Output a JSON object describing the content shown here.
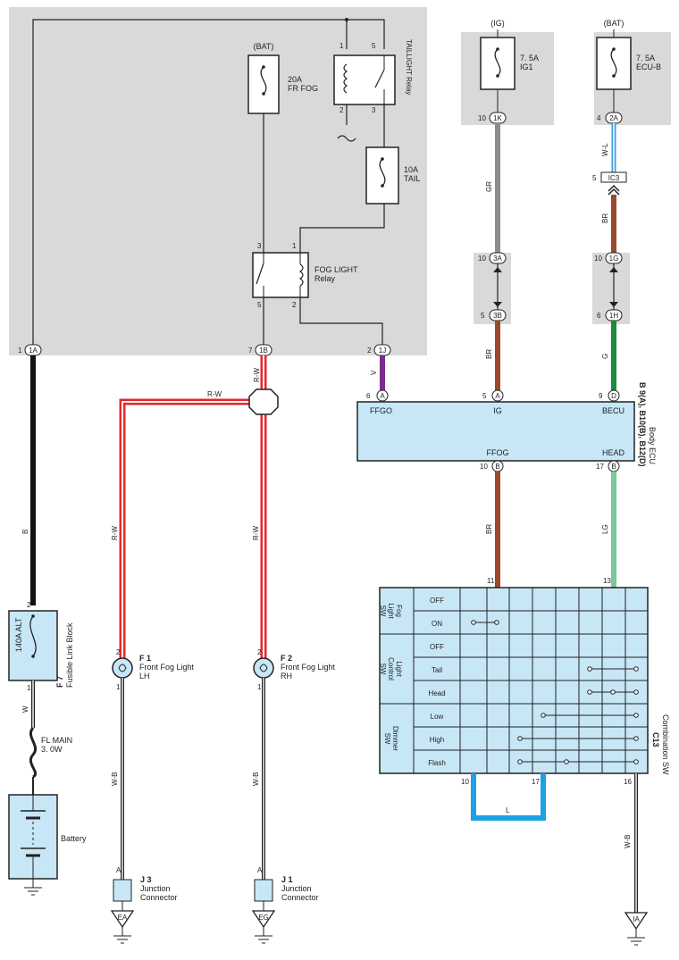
{
  "relay_box": {
    "fuse_fr_fog": {
      "source": "(BAT)",
      "rating": "20A",
      "name": "FR FOG"
    },
    "taillight_relay": {
      "label": "TAILLIGHT Relay",
      "pins": [
        "1",
        "5",
        "2",
        "3"
      ]
    },
    "fuse_tail": {
      "rating": "10A",
      "name": "TAIL"
    },
    "fog_relay": {
      "label1": "FOG LIGHT",
      "label2": "Relay",
      "pins": [
        "3",
        "1",
        "5",
        "2"
      ]
    },
    "bottom_connectors": [
      {
        "pin": "1",
        "id": "1A"
      },
      {
        "pin": "7",
        "id": "1B"
      },
      {
        "pin": "2",
        "id": "1J"
      }
    ]
  },
  "fuse_ig1": {
    "source": "(IG)",
    "rating": "7. 5A",
    "name": "IG1",
    "pin": "10",
    "conn": "1K"
  },
  "fuse_ecub": {
    "source": "(BAT)",
    "rating": "7. 5A",
    "name": "ECU-B",
    "pin": "4",
    "conn": "2A"
  },
  "junction_ic3": {
    "pin": "5",
    "id": "IC3"
  },
  "connectors_mid": [
    {
      "pin": "10",
      "id": "3A"
    },
    {
      "pin": "5",
      "id": "3B"
    },
    {
      "pin": "10",
      "id": "1G"
    },
    {
      "pin": "6",
      "id": "1H"
    }
  ],
  "wires": {
    "b": "B",
    "w": "W",
    "rw": "R-W",
    "rw_h": "R-W",
    "rw_top": "R-W",
    "v": "V",
    "gr": "GR",
    "br_ig": "BR",
    "wl": "W-L",
    "br_ecu": "BR",
    "g": "G",
    "br_ffog": "BR",
    "lg": "LG",
    "l": "L",
    "wb1": "W-B",
    "wb2": "W-B",
    "wb3": "W-B"
  },
  "ecu": {
    "pins_top": [
      {
        "pin": "6",
        "conn": "A",
        "label": "FFGO"
      },
      {
        "pin": "5",
        "conn": "A",
        "label": "IG"
      },
      {
        "pin": "9",
        "conn": "D",
        "label": "BECU"
      }
    ],
    "pins_bottom": [
      {
        "pin": "10",
        "conn": "B",
        "label": "FFOG"
      },
      {
        "pin": "17",
        "conn": "B",
        "label": "HEAD"
      }
    ],
    "code": "B 9(A), B10(B), B12(D)",
    "name": "Body ECU"
  },
  "fusible_link": {
    "rating": "140A ALT",
    "code": "F 7",
    "name": "Fusible Link Block",
    "pin_top": "2",
    "pin_bottom": "1"
  },
  "fl_main": {
    "name": "FL MAIN",
    "rating": "3. 0W"
  },
  "battery": {
    "label": "Battery"
  },
  "fog_lh": {
    "code": "F 1",
    "name1": "Front Fog Light",
    "name2": "LH",
    "pin_top": "2",
    "pin_bottom": "1"
  },
  "fog_rh": {
    "code": "F 2",
    "name1": "Front Fog Light",
    "name2": "RH",
    "pin_top": "2",
    "pin_bottom": "1"
  },
  "j3": {
    "code": "J 3",
    "name1": "Junction",
    "name2": "Connector",
    "pin": "A",
    "ground": "EA"
  },
  "j1": {
    "code": "J 1",
    "name1": "Junction",
    "name2": "Connector",
    "pin": "A",
    "ground": "EG"
  },
  "combo_sw": {
    "code": "C13",
    "name": "Combination SW",
    "pin_in_11": "11",
    "pin_in_13": "13",
    "pin_out_10": "10",
    "pin_out_17": "17",
    "pin_out_16": "16",
    "ground": "IA",
    "groups": [
      {
        "name": "Fog Light SW",
        "rows": [
          "OFF",
          "ON"
        ]
      },
      {
        "name": "Light Control SW",
        "rows": [
          "OFF",
          "Tail",
          "Head"
        ]
      },
      {
        "name": "Dimmer SW",
        "rows": [
          "Low",
          "High",
          "Flash"
        ]
      }
    ]
  }
}
